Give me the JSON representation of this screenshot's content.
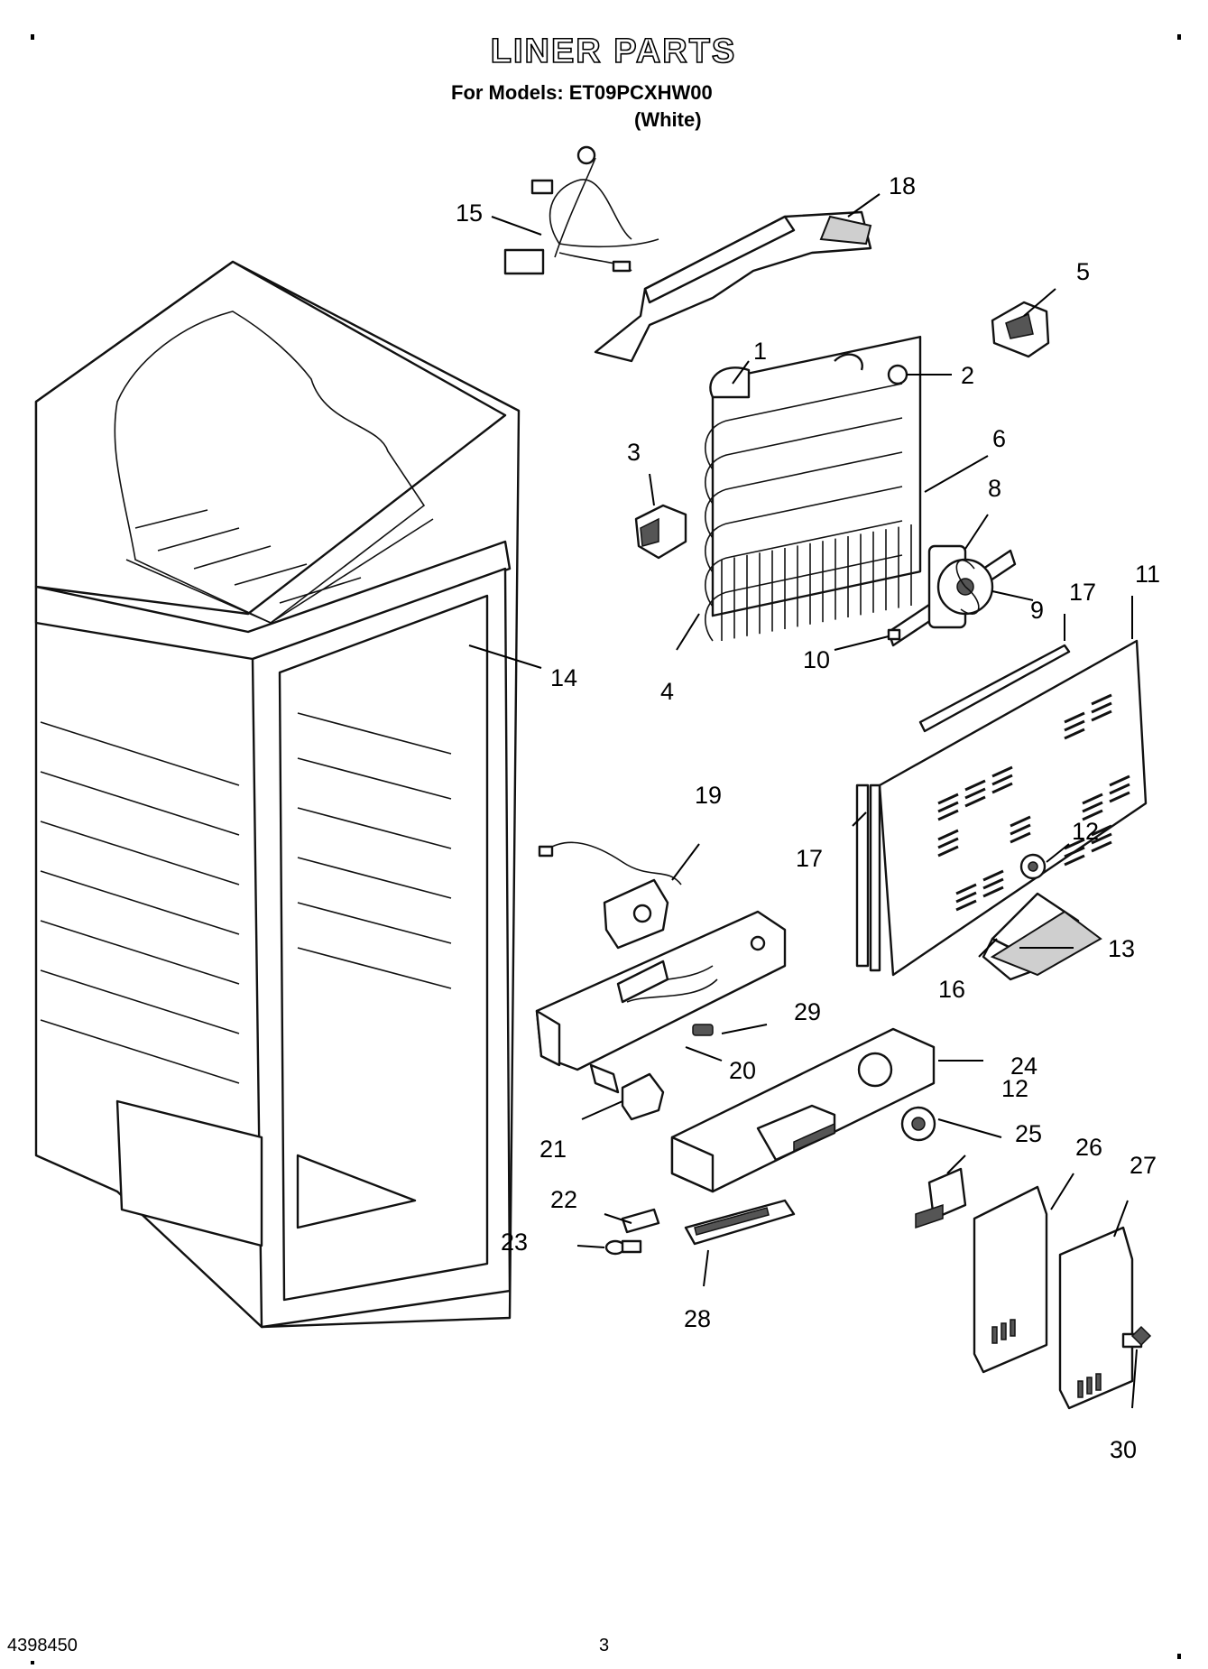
{
  "header": {
    "title": "LINER PARTS",
    "subtitle": "For Models: ET09PCXHW00",
    "variant": "(White)"
  },
  "footer": {
    "doc_number": "4398450",
    "page_number": "3"
  },
  "callouts": [
    "1",
    "2",
    "3",
    "4",
    "5",
    "6",
    "8",
    "9",
    "10",
    "11",
    "12",
    "13",
    "14",
    "15",
    "16",
    "17",
    "18",
    "19",
    "20",
    "21",
    "22",
    "23",
    "24",
    "25",
    "26",
    "27",
    "28",
    "29",
    "30"
  ]
}
